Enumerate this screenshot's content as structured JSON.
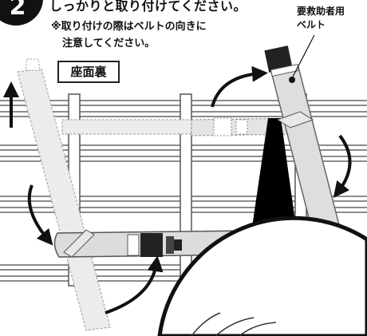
{
  "step": {
    "number": "2",
    "title": "しっかりと取り付けてください。",
    "note_line1": "※取り付けの際はベルトの向きに",
    "note_line2": "注意してください。"
  },
  "labels": {
    "seat_underside": "座面裏",
    "belt_callout_line1": "要救助者用",
    "belt_callout_line2": "ベルト"
  },
  "colors": {
    "frame": "#555555",
    "belt_fill": "#e4e4e4",
    "belt_outline": "#8a8a8a",
    "shadow": "#000000",
    "arrow": "#111111"
  }
}
